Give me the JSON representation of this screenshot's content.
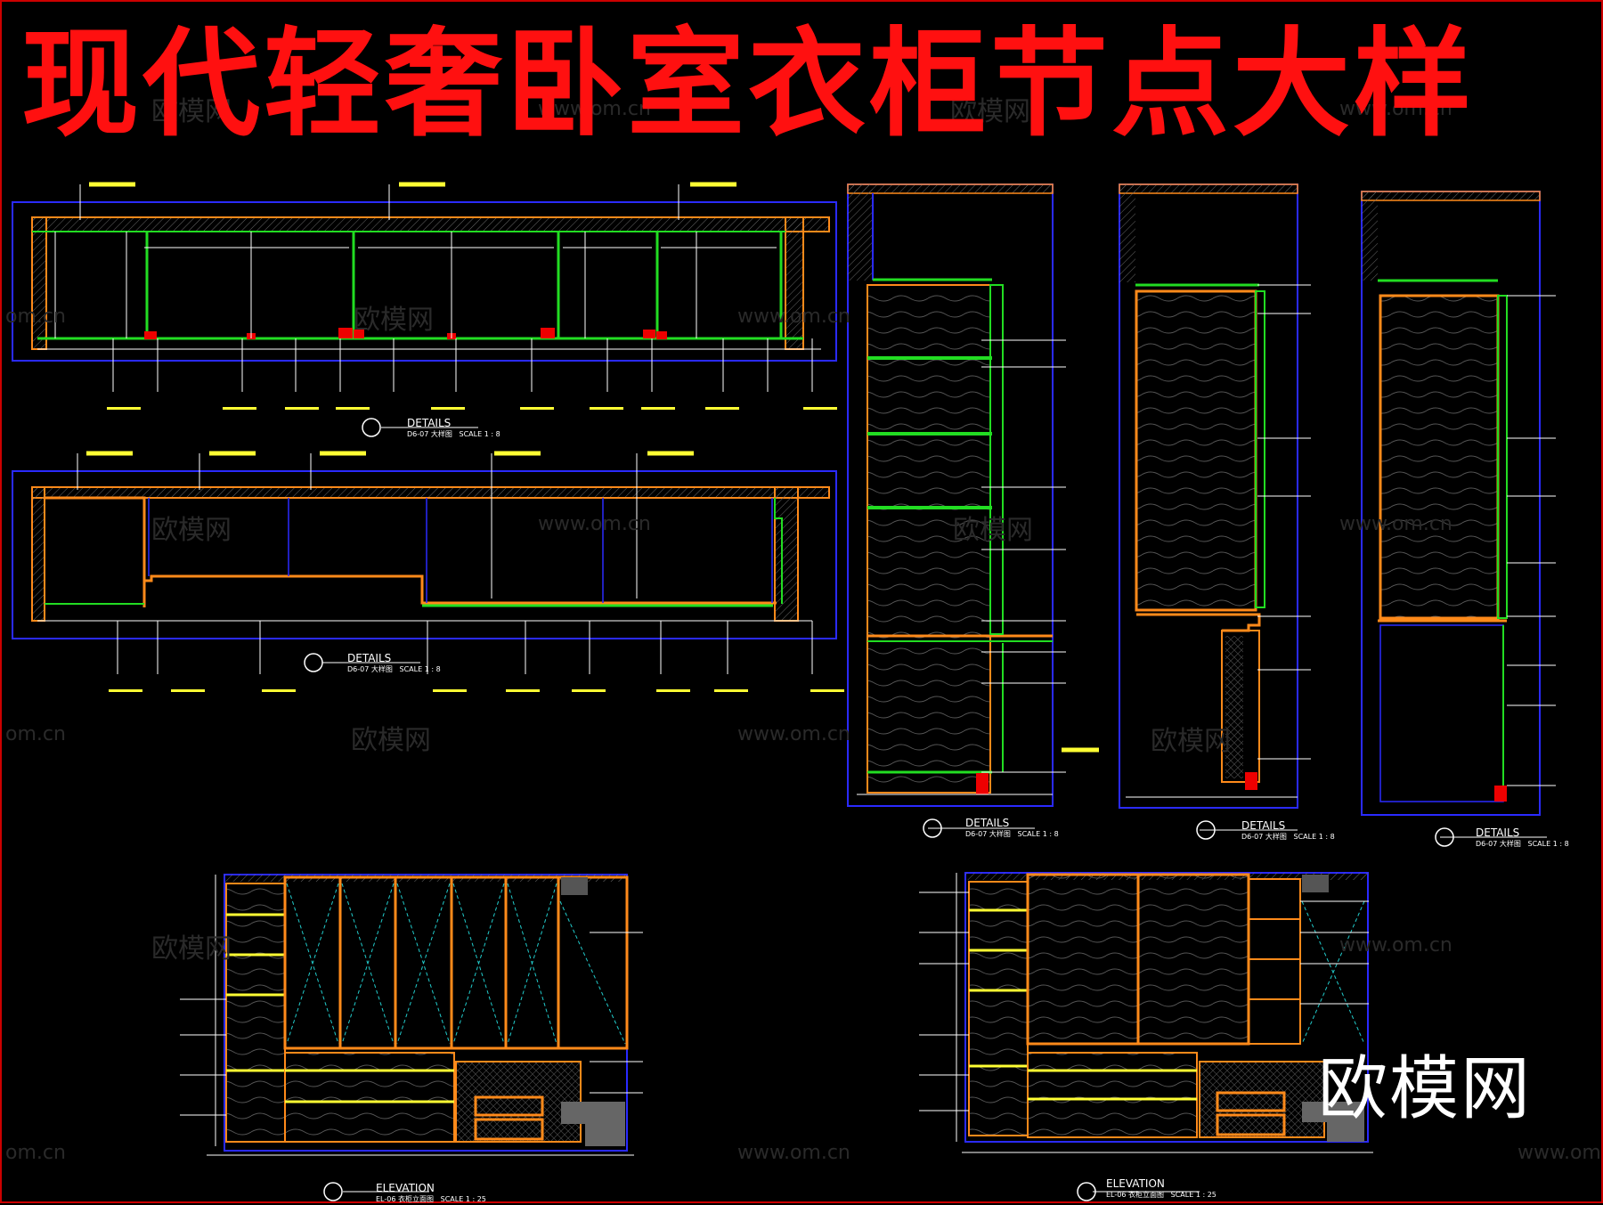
{
  "title": "现代轻奢卧室衣柜节点大样",
  "brand": "欧模网",
  "watermark": {
    "cn": "欧模网",
    "url": "www.om.cn",
    "cn_short": "om.cn"
  },
  "colors": {
    "title": "#ff1010",
    "structure": "#2a2aff",
    "cabinet": "#ff8a1a",
    "dim": "#ffff33",
    "green": "#22dd22",
    "cyan": "#22cccc",
    "white": "#ffffff",
    "background": "#000000"
  },
  "drawings": [
    {
      "id": "detail-plan-top",
      "title": "DETAILS",
      "code": "D6-07",
      "sub": "大样图",
      "scale": "SCALE 1 : 8"
    },
    {
      "id": "detail-plan-middle",
      "title": "DETAILS",
      "code": "D6-07",
      "sub": "大样图",
      "scale": "SCALE 1 : 8"
    },
    {
      "id": "detail-section-1",
      "title": "DETAILS",
      "code": "D6-07",
      "sub": "大样图",
      "scale": "SCALE 1 : 8"
    },
    {
      "id": "detail-section-2",
      "title": "DETAILS",
      "code": "D6-07",
      "sub": "大样图",
      "scale": "SCALE 1 : 8"
    },
    {
      "id": "detail-section-3",
      "title": "DETAILS",
      "code": "D6-07",
      "sub": "大样图",
      "scale": "SCALE 1 : 8"
    },
    {
      "id": "elevation-left",
      "title": "ELEVATION",
      "code": "EL-06",
      "sub": "衣柜立面图",
      "scale": "SCALE 1 : 25"
    },
    {
      "id": "elevation-right",
      "title": "ELEVATION",
      "code": "EL-06",
      "sub": "衣柜立面图",
      "scale": "SCALE 1 : 25"
    }
  ]
}
